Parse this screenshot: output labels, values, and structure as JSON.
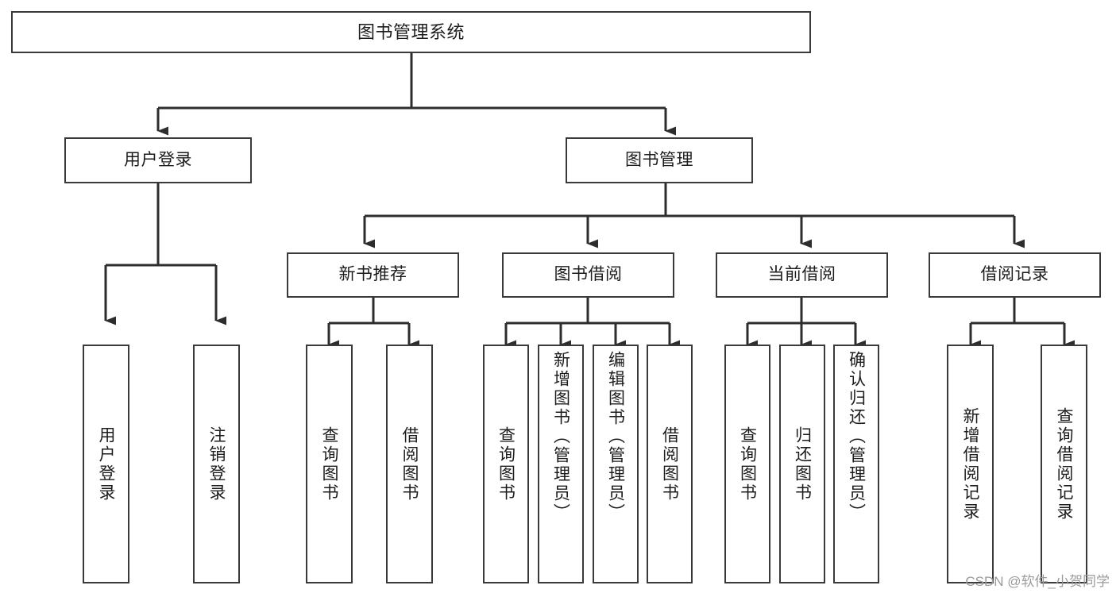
{
  "diagram": {
    "title": "图书管理系统",
    "type": "tree-hierarchy",
    "nodes": {
      "root": {
        "label": "图书管理系统"
      },
      "level2": [
        {
          "id": "user-login",
          "label": "用户登录"
        },
        {
          "id": "book-management",
          "label": "图书管理"
        }
      ],
      "level3": [
        {
          "id": "new-book-recommend",
          "label": "新书推荐"
        },
        {
          "id": "book-borrow",
          "label": "图书借阅"
        },
        {
          "id": "current-borrow",
          "label": "当前借阅"
        },
        {
          "id": "borrow-record",
          "label": "借阅记录"
        }
      ],
      "leaves": {
        "user-login": [
          {
            "id": "leaf-user-login",
            "label": "用户登录"
          },
          {
            "id": "leaf-logout-login",
            "label": "注销登录"
          }
        ],
        "new-book-recommend": [
          {
            "id": "leaf-query-book-1",
            "label": "查询图书"
          },
          {
            "id": "leaf-borrow-book-1",
            "label": "借阅图书"
          }
        ],
        "book-borrow": [
          {
            "id": "leaf-query-book-2",
            "label": "查询图书"
          },
          {
            "id": "leaf-add-book-admin",
            "label": "新增图书（管理员）"
          },
          {
            "id": "leaf-edit-book-admin",
            "label": "编辑图书（管理员）"
          },
          {
            "id": "leaf-borrow-book-2",
            "label": "借阅图书"
          }
        ],
        "current-borrow": [
          {
            "id": "leaf-query-book-3",
            "label": "查询图书"
          },
          {
            "id": "leaf-return-book",
            "label": "归还图书"
          },
          {
            "id": "leaf-confirm-return-admin",
            "label": "确认归还（管理员）"
          }
        ],
        "borrow-record": [
          {
            "id": "leaf-add-borrow-record",
            "label": "新增借阅记录"
          },
          {
            "id": "leaf-query-borrow-record",
            "label": "查询借阅记录"
          }
        ]
      }
    },
    "colors": {
      "box_border": "#3a3a3a",
      "box_fill": "#ffffff",
      "edge": "#2d2d2d",
      "text": "#1c1c1c",
      "watermark": "#9b9b9b"
    }
  },
  "watermark": {
    "text": "CSDN @软件_小贺同学"
  }
}
